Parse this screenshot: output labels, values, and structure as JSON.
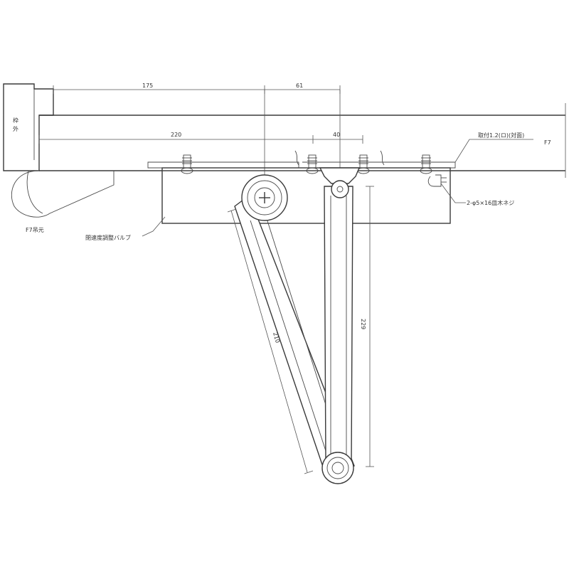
{
  "dimensions": {
    "d175": "175",
    "d61": "61",
    "d220": "220",
    "d40": "40",
    "d210": "210",
    "d229": "229"
  },
  "labels": {
    "frame_top": "枠",
    "frame_bottom": "外",
    "door_right": "F7",
    "door_left": "F7吊元",
    "screw_note": "2-φ5×16皿木ネジ",
    "cover_note": "取付1.2(ロ)(対面)",
    "valve_note": "閉速度調整バルブ"
  }
}
